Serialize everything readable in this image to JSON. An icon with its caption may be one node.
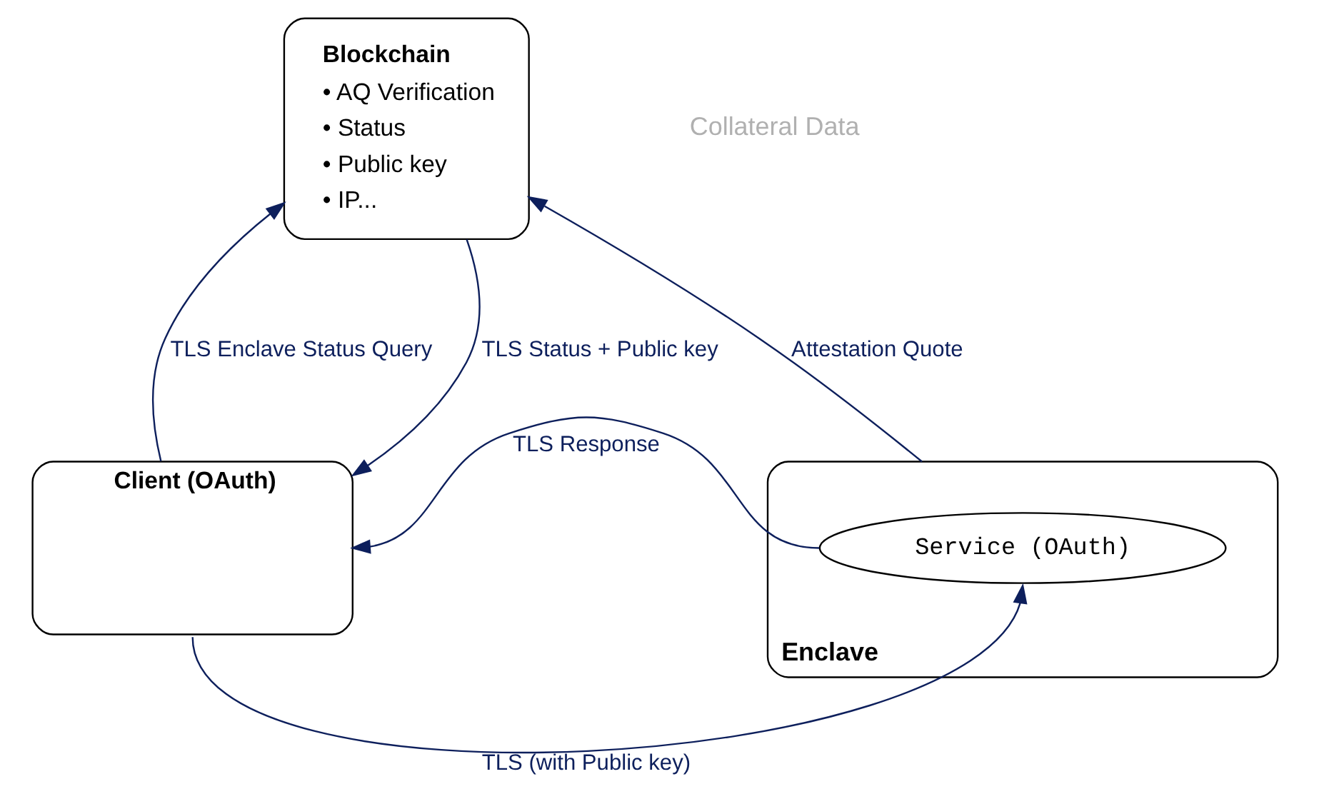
{
  "diagram": {
    "nodes": [
      {
        "text": [
          "Blockchain",
          "• AQ Verification",
          "• Status",
          "• Public key",
          "• IP..."
        ]
      },
      {
        "text": [
          "Client (OAuth)"
        ]
      },
      {
        "text": [
          "Enclave"
        ]
      },
      {
        "text": [
          "Service (OAuth)"
        ],
        "in": 2
      }
    ],
    "edges": [
      {
        "from": 1,
        "to": 0,
        "arrow": "to",
        "label": "TLS Enclave Status Query"
      },
      {
        "from": 0,
        "to": 1,
        "arrow": "to",
        "label": "TLS Status + Public key"
      },
      {
        "from": 2,
        "to": 0,
        "arrow": "to",
        "label": "Attestation Quote"
      },
      {
        "from": 3,
        "to": 1,
        "arrow": "to",
        "label": "TLS Response"
      },
      {
        "from": 1,
        "to": 3,
        "arrow": "to",
        "label": "TLS (with Public key)"
      }
    ],
    "labels": [
      "Collateral Data"
    ]
  }
}
